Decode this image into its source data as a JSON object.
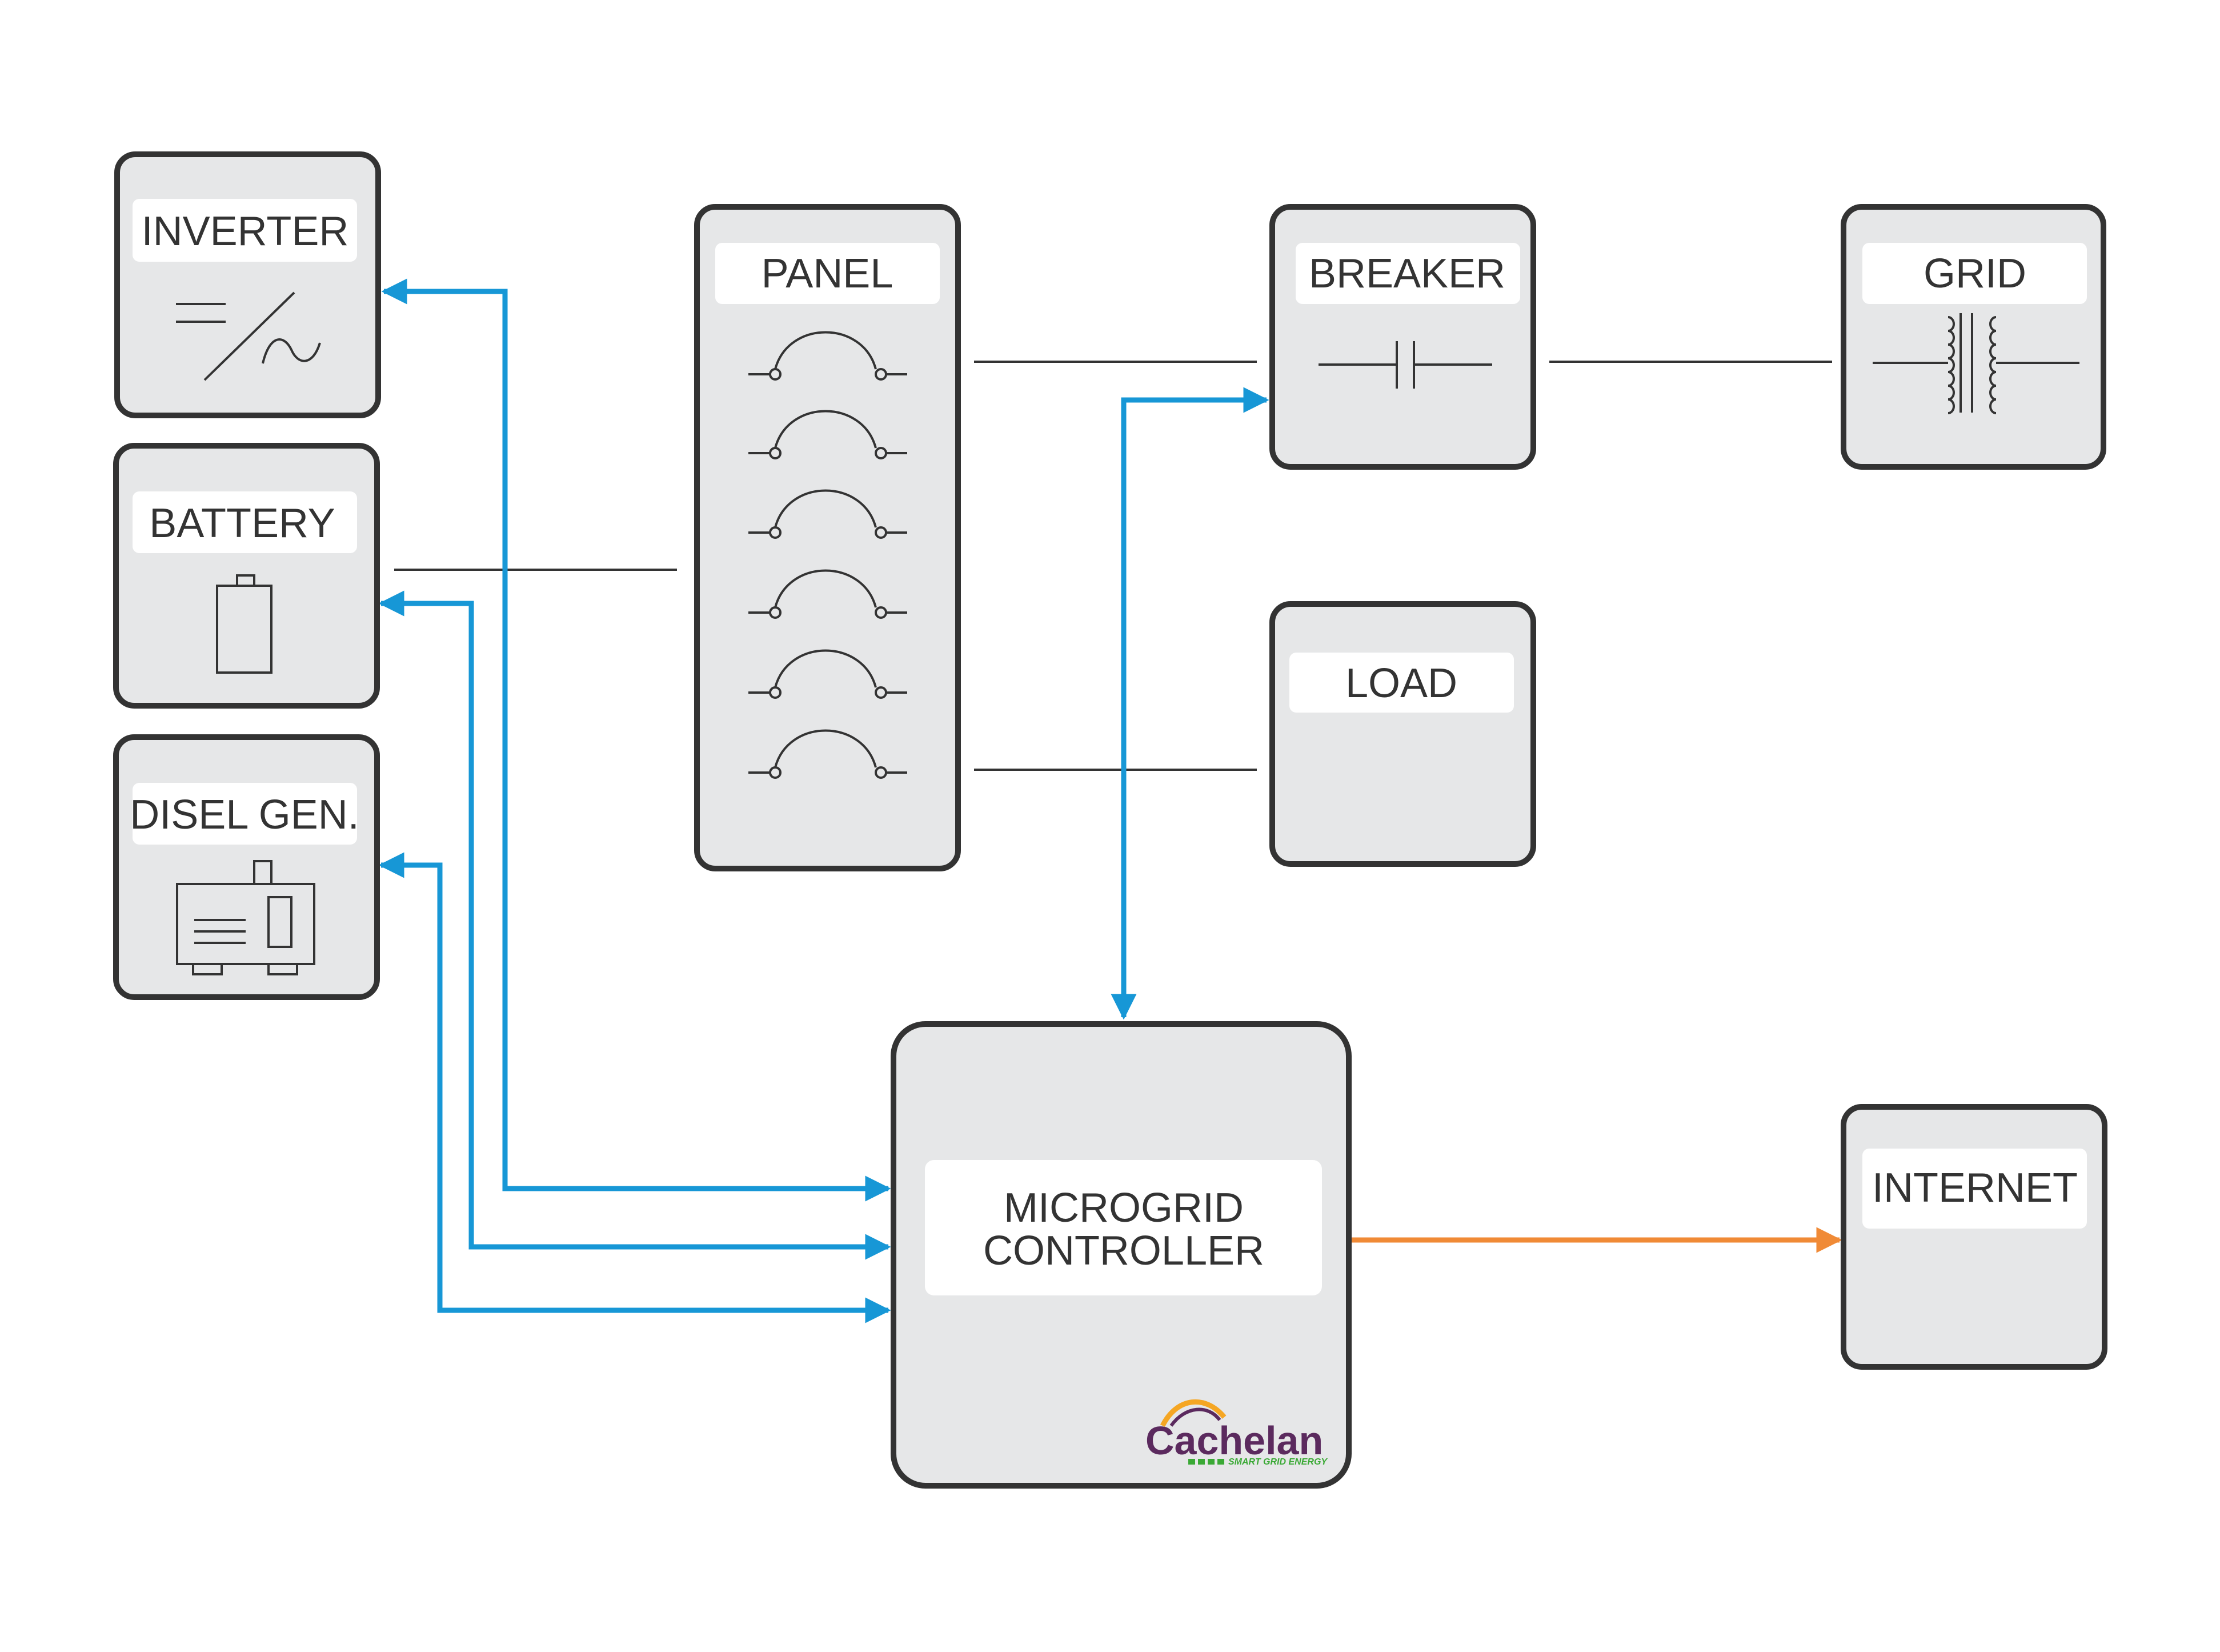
{
  "diagram": {
    "nodes": {
      "inverter": {
        "label": "INVERTER"
      },
      "battery": {
        "label": "BATTERY"
      },
      "diesel_gen": {
        "label": "DISEL GEN."
      },
      "panel": {
        "label": "PANEL"
      },
      "breaker": {
        "label": "BREAKER"
      },
      "grid": {
        "label": "GRID"
      },
      "load": {
        "label": "LOAD"
      },
      "controller": {
        "label_line1": "MICROGRID",
        "label_line2": "CONTROLLER"
      },
      "internet": {
        "label": "INTERNET"
      }
    },
    "logo": {
      "name": "Cachelan",
      "tagline": "SMART GRID ENERGY"
    },
    "colors": {
      "box_fill": "#e6e7e8",
      "box_stroke": "#333333",
      "control_link": "#1797d6",
      "data_link": "#f08a36",
      "logo_purple": "#5b2a5e",
      "logo_green": "#3aa935",
      "logo_orange": "#f5a623"
    },
    "icons": {
      "inverter": "dc-ac-inverter-icon",
      "battery": "battery-icon",
      "diesel_gen": "generator-icon",
      "panel": "circuit-breaker-switch-icon",
      "breaker": "capacitor-breaker-icon",
      "grid": "transformer-icon"
    },
    "connections": [
      {
        "from": "panel",
        "to": "breaker",
        "kind": "power"
      },
      {
        "from": "breaker",
        "to": "grid",
        "kind": "power"
      },
      {
        "from": "battery",
        "to": "panel",
        "kind": "power"
      },
      {
        "from": "panel",
        "to": "load",
        "kind": "power"
      },
      {
        "from": "controller",
        "to": "inverter",
        "kind": "control",
        "bidirectional": true
      },
      {
        "from": "controller",
        "to": "battery",
        "kind": "control",
        "bidirectional": true
      },
      {
        "from": "controller",
        "to": "diesel_gen",
        "kind": "control",
        "bidirectional": true
      },
      {
        "from": "controller",
        "to": "breaker",
        "kind": "control",
        "bidirectional": true
      },
      {
        "from": "controller",
        "to": "internet",
        "kind": "data",
        "bidirectional": false
      }
    ]
  }
}
